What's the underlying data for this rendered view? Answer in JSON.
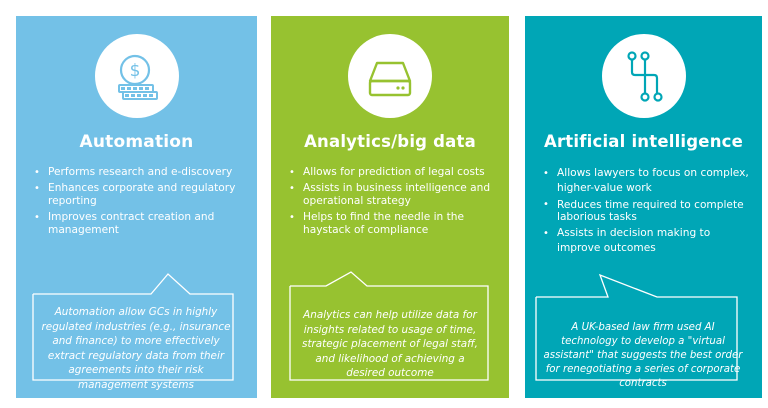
{
  "columns": [
    {
      "id": "automation",
      "title": "Automation",
      "icon": "dollar-coins-icon",
      "color": "#73C1E7",
      "bullets": [
        "Performs research and e-discovery",
        "Enhances corporate and regulatory reporting",
        "Improves contract creation and management"
      ],
      "callout": "Automation allow GCs in highly regulated industries (e.g., insurance and finance) to more effectively extract regulatory data from their agreements into their risk management systems"
    },
    {
      "id": "analytics",
      "title": "Analytics/big data",
      "icon": "hard-drive-icon",
      "color": "#97C230",
      "bullets": [
        "Allows for prediction of legal costs",
        "Assists in business intelligence and operational strategy",
        "Helps to find the needle in the haystack of compliance"
      ],
      "callout": "Analytics can help utilize data for insights related to usage of time, strategic placement of legal staff, and likelihood of achieving a desired outcome"
    },
    {
      "id": "ai",
      "title": "Artificial intelligence",
      "icon": "circuit-icon",
      "color": "#00A6B6",
      "bullets": [
        "Allows lawyers to focus on complex, higher-value work",
        "Reduces time required to complete laborious tasks",
        "Assists in decision making to improve outcomes"
      ],
      "callout": "A UK-based law firm used AI technology to develop a \"virtual assistant\" that suggests the best order for renegotiating a series of corporate contracts"
    }
  ]
}
